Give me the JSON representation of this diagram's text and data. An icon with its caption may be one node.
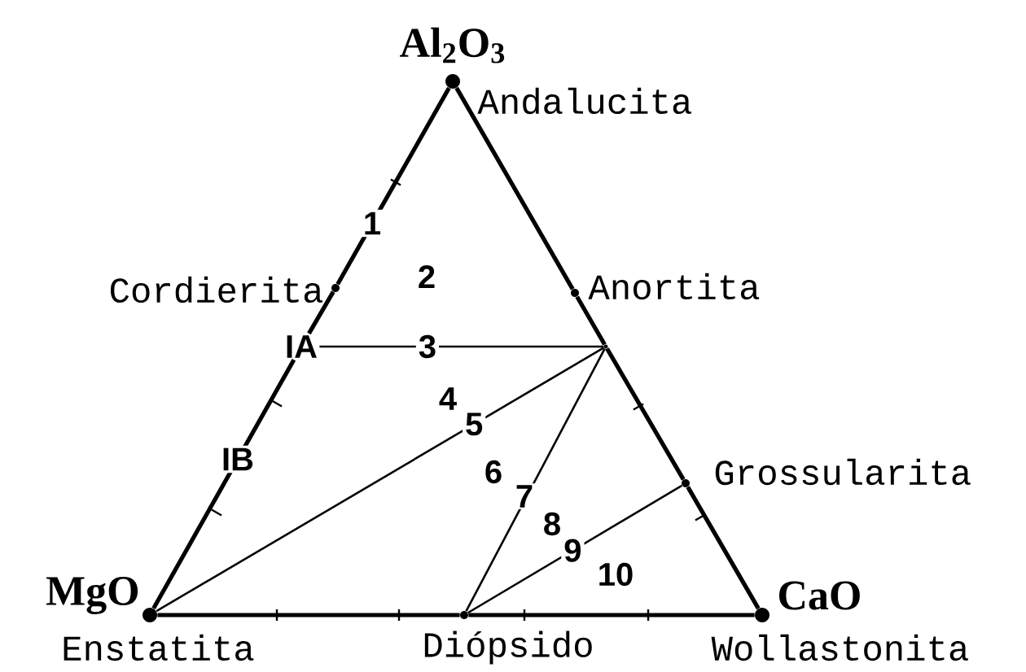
{
  "diagram": {
    "nodes": [
      {
        "text": [
          "Al$_{2}$O$_{3}$",
          "Andalucita"
        ]
      },
      {
        "text": [
          "Cordierita"
        ]
      },
      {
        "text": [
          "Anortita"
        ]
      },
      {
        "text": [],
        "shape": "point"
      },
      {
        "text": [
          "IA"
        ]
      },
      {
        "text": [
          "Grossularita"
        ]
      },
      {
        "text": [
          "MgO",
          "Enstatita"
        ]
      },
      {
        "text": [
          "Diópsido"
        ]
      },
      {
        "text": [
          "CaO",
          "Wollastonita"
        ]
      }
    ],
    "edges": [
      {
        "from": 0,
        "to": 1,
        "arrow": "none",
        "label": "1"
      },
      {
        "from": 1,
        "to": 4,
        "arrow": "none"
      },
      {
        "from": 4,
        "to": 6,
        "arrow": "none",
        "label": "IB"
      },
      {
        "from": 0,
        "to": 2,
        "arrow": "none"
      },
      {
        "from": 2,
        "to": 3,
        "arrow": "none"
      },
      {
        "from": 3,
        "to": 5,
        "arrow": "none"
      },
      {
        "from": 5,
        "to": 8,
        "arrow": "none"
      },
      {
        "from": 6,
        "to": 7,
        "arrow": "none"
      },
      {
        "from": 7,
        "to": 8,
        "arrow": "none"
      },
      {
        "from": 4,
        "to": 3,
        "arrow": "none",
        "label": "3"
      },
      {
        "from": 6,
        "to": 3,
        "arrow": "none",
        "label": "5"
      },
      {
        "from": 7,
        "to": 3,
        "arrow": "none"
      },
      {
        "from": 7,
        "to": 5,
        "arrow": "none",
        "label": "9"
      }
    ],
    "labels": [
      "2",
      "4",
      "6",
      "7",
      "8",
      "10"
    ]
  }
}
